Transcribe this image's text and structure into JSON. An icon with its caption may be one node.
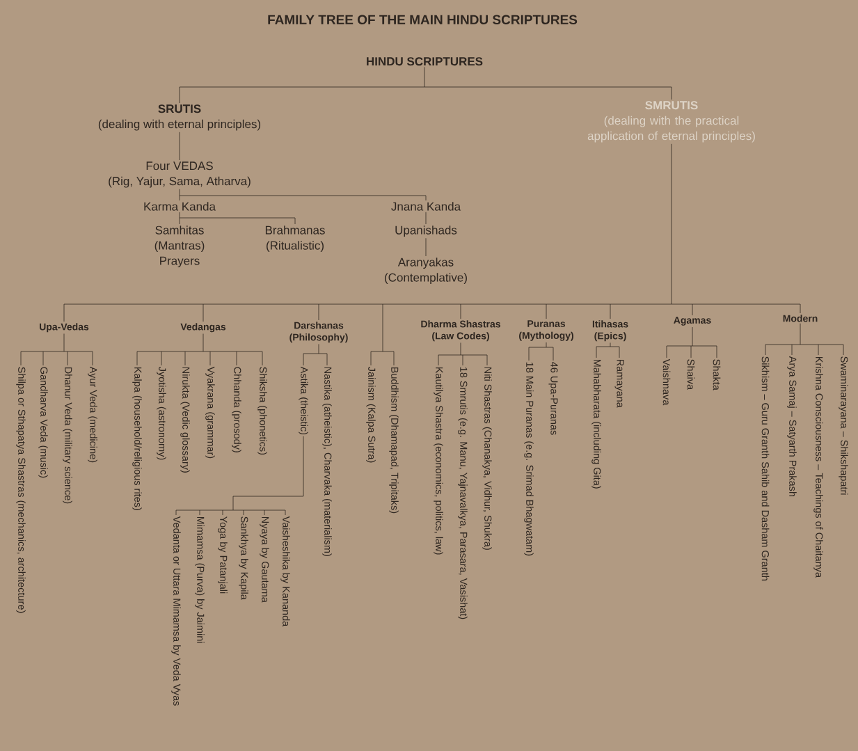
{
  "diagram": {
    "title": "FAMILY TREE OF THE MAIN HINDU SCRIPTURES",
    "nodes": [
      {
        "text": [
          "HINDU SCRIPTURES"
        ]
      },
      {
        "text": [
          "SRUTIS",
          "(dealing with eternal principles)"
        ]
      },
      {
        "text": [
          "SMRUTIS",
          "(dealing with the practical application of eternal principles)"
        ]
      },
      {
        "text": [
          "Four VEDAS",
          "(Rig, Yajur, Sama, Atharva)"
        ]
      },
      {
        "text": [
          "Karma Kanda"
        ]
      },
      {
        "text": [
          "Jnana Kanda"
        ]
      },
      {
        "text": [
          "Samhitas",
          "(Mantras)",
          "Prayers"
        ]
      },
      {
        "text": [
          "Brahmanas",
          "(Ritualistic)"
        ]
      },
      {
        "text": [
          "Upanishads"
        ]
      },
      {
        "text": [
          "Aranyakas",
          "(Contemplative)"
        ]
      },
      {
        "text": [
          "Upa-Vedas"
        ]
      },
      {
        "text": [
          "Vedangas"
        ]
      },
      {
        "text": [
          "Darshanas",
          "(Philosophy)"
        ]
      },
      {
        "text": [
          "Dharma Shastras",
          "(Law Codes)"
        ]
      },
      {
        "text": [
          "Puranas",
          "(Mythology)"
        ]
      },
      {
        "text": [
          "Itihasas",
          "(Epics)"
        ]
      },
      {
        "text": [
          "Agamas"
        ]
      },
      {
        "text": [
          "Modern"
        ]
      },
      {
        "text": [
          "Shilpa or Sthapatya Shastras (mechanics, architecture)"
        ]
      },
      {
        "text": [
          "Gandharva Veda (music)"
        ]
      },
      {
        "text": [
          "Dhanur Veda (military science)"
        ]
      },
      {
        "text": [
          "Ayur Veda (medicine)"
        ]
      },
      {
        "text": [
          "Kalpa (household/religious rites)"
        ]
      },
      {
        "text": [
          "Jyotisha (astronomy)"
        ]
      },
      {
        "text": [
          "Nirukta (Vedic glossary)"
        ]
      },
      {
        "text": [
          "Vyakrana (grammar)"
        ]
      },
      {
        "text": [
          "Chhanda (prosody)"
        ]
      },
      {
        "text": [
          "Shiksha (phonetics)"
        ]
      },
      {
        "text": [
          "Astika (theistic)"
        ]
      },
      {
        "text": [
          "Nastika (atheistic), Charvaka (materialism)"
        ]
      },
      {
        "text": [
          "Vedanta or Uttara Mimamsa by Veda Vyas"
        ]
      },
      {
        "text": [
          "Mimamsa (Purva) by Jaimini"
        ]
      },
      {
        "text": [
          "Yoga by Patanjali"
        ]
      },
      {
        "text": [
          "Sankhya by Kapila"
        ]
      },
      {
        "text": [
          "Nyaya by Gautama"
        ]
      },
      {
        "text": [
          "Vaisheshika by Kananda"
        ]
      },
      {
        "text": [
          "Jainism (Kalpa Sutra)"
        ]
      },
      {
        "text": [
          "Buddhism (Dhamapad, Tripitaks)"
        ]
      },
      {
        "text": [
          "Kautilya Shastra (economics, politics, law)"
        ]
      },
      {
        "text": [
          "18 Smrutis (e.g. Manu, Yajnavalkya, Parasara, Vasishat)"
        ]
      },
      {
        "text": [
          "Niti Shastras (Chanakya, Vidhur, Shukra)"
        ]
      },
      {
        "text": [
          "18 Main Puranas (e.g. Srimad Bhagwatam)"
        ]
      },
      {
        "text": [
          "46 Upa-Puranas"
        ]
      },
      {
        "text": [
          "Mahabharata (including Gita)"
        ]
      },
      {
        "text": [
          "Ramayana"
        ]
      },
      {
        "text": [
          "Vaishnava"
        ]
      },
      {
        "text": [
          "Shaiva"
        ]
      },
      {
        "text": [
          "Shakta"
        ]
      },
      {
        "text": [
          "Sikhism – Guru Granth Sahib and Dasham Granth"
        ]
      },
      {
        "text": [
          "Arya Samaj – Satyarth Prakash"
        ]
      },
      {
        "text": [
          "Krishna Consciousness – Teachings of Chaitanya"
        ]
      },
      {
        "text": [
          "Swaminarayana – Shikshapatri"
        ]
      }
    ],
    "edges": [
      {
        "from": 0,
        "to": 1,
        "arrow": "none"
      },
      {
        "from": 0,
        "to": 2,
        "arrow": "none"
      },
      {
        "from": 1,
        "to": 3,
        "arrow": "none"
      },
      {
        "from": 3,
        "to": 4,
        "arrow": "none"
      },
      {
        "from": 3,
        "to": 5,
        "arrow": "none"
      },
      {
        "from": 4,
        "to": 6,
        "arrow": "none"
      },
      {
        "from": 4,
        "to": 7,
        "arrow": "none"
      },
      {
        "from": 5,
        "to": 8,
        "arrow": "none"
      },
      {
        "from": 8,
        "to": 9,
        "arrow": "none"
      },
      {
        "from": 2,
        "to": 10,
        "arrow": "none"
      },
      {
        "from": 2,
        "to": 11,
        "arrow": "none"
      },
      {
        "from": 2,
        "to": 12,
        "arrow": "none"
      },
      {
        "from": 2,
        "to": 36,
        "arrow": "none"
      },
      {
        "from": 2,
        "to": 37,
        "arrow": "none"
      },
      {
        "from": 2,
        "to": 13,
        "arrow": "none"
      },
      {
        "from": 2,
        "to": 14,
        "arrow": "none"
      },
      {
        "from": 2,
        "to": 15,
        "arrow": "none"
      },
      {
        "from": 2,
        "to": 16,
        "arrow": "none"
      },
      {
        "from": 2,
        "to": 17,
        "arrow": "none"
      },
      {
        "from": 10,
        "to": 18,
        "arrow": "none"
      },
      {
        "from": 10,
        "to": 19,
        "arrow": "none"
      },
      {
        "from": 10,
        "to": 20,
        "arrow": "none"
      },
      {
        "from": 10,
        "to": 21,
        "arrow": "none"
      },
      {
        "from": 11,
        "to": 22,
        "arrow": "none"
      },
      {
        "from": 11,
        "to": 23,
        "arrow": "none"
      },
      {
        "from": 11,
        "to": 24,
        "arrow": "none"
      },
      {
        "from": 11,
        "to": 25,
        "arrow": "none"
      },
      {
        "from": 11,
        "to": 26,
        "arrow": "none"
      },
      {
        "from": 11,
        "to": 27,
        "arrow": "none"
      },
      {
        "from": 12,
        "to": 28,
        "arrow": "none"
      },
      {
        "from": 12,
        "to": 29,
        "arrow": "none"
      },
      {
        "from": 28,
        "to": 30,
        "arrow": "none"
      },
      {
        "from": 28,
        "to": 31,
        "arrow": "none"
      },
      {
        "from": 28,
        "to": 32,
        "arrow": "none"
      },
      {
        "from": 28,
        "to": 33,
        "arrow": "none"
      },
      {
        "from": 28,
        "to": 34,
        "arrow": "none"
      },
      {
        "from": 28,
        "to": 35,
        "arrow": "none"
      },
      {
        "from": 13,
        "to": 38,
        "arrow": "none"
      },
      {
        "from": 13,
        "to": 39,
        "arrow": "none"
      },
      {
        "from": 13,
        "to": 40,
        "arrow": "none"
      },
      {
        "from": 14,
        "to": 41,
        "arrow": "none"
      },
      {
        "from": 14,
        "to": 42,
        "arrow": "none"
      },
      {
        "from": 15,
        "to": 43,
        "arrow": "none"
      },
      {
        "from": 15,
        "to": 44,
        "arrow": "none"
      },
      {
        "from": 16,
        "to": 45,
        "arrow": "none"
      },
      {
        "from": 16,
        "to": 46,
        "arrow": "none"
      },
      {
        "from": 16,
        "to": 47,
        "arrow": "none"
      },
      {
        "from": 17,
        "to": 48,
        "arrow": "none"
      },
      {
        "from": 17,
        "to": 49,
        "arrow": "none"
      },
      {
        "from": 17,
        "to": 50,
        "arrow": "none"
      },
      {
        "from": 17,
        "to": 51,
        "arrow": "none"
      }
    ]
  }
}
